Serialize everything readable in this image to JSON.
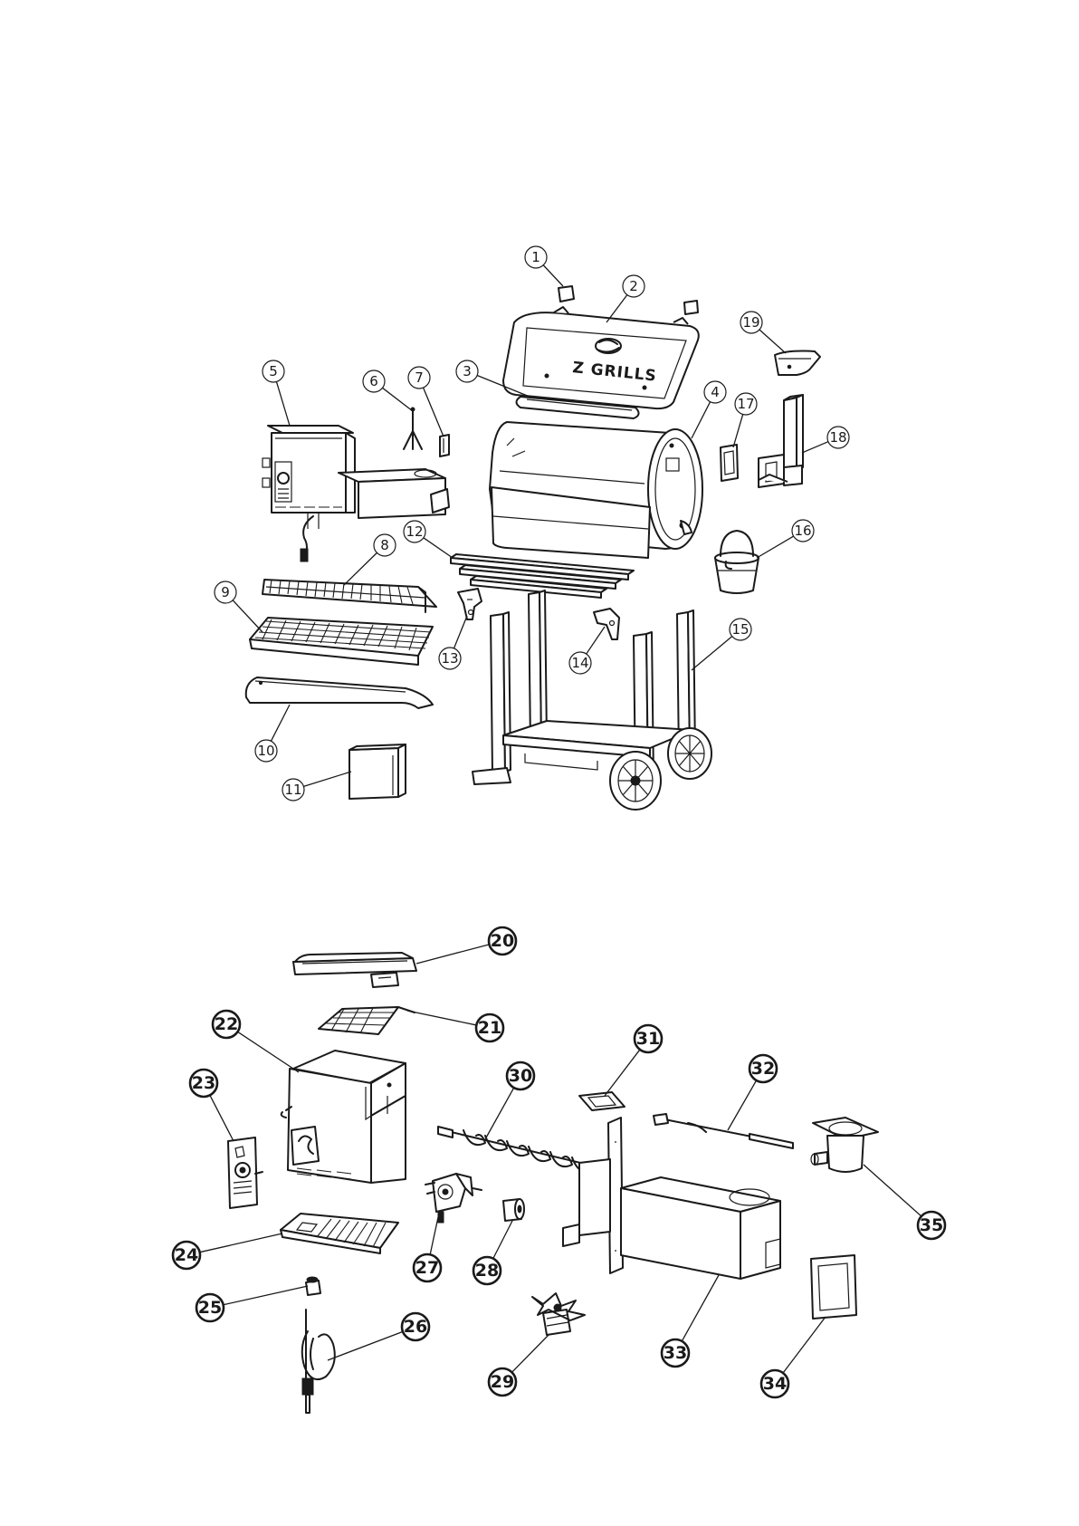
{
  "diagram": {
    "brand_logo_text": "Z GRILLS",
    "callouts_top": [
      "1",
      "2",
      "3",
      "4",
      "5",
      "6",
      "7",
      "8",
      "9",
      "10",
      "11",
      "12",
      "13",
      "14",
      "15",
      "16",
      "17",
      "18",
      "19"
    ],
    "callouts_bottom": [
      "20",
      "21",
      "22",
      "23",
      "24",
      "25",
      "26",
      "27",
      "28",
      "29",
      "30",
      "31",
      "32",
      "33",
      "34",
      "35"
    ]
  }
}
